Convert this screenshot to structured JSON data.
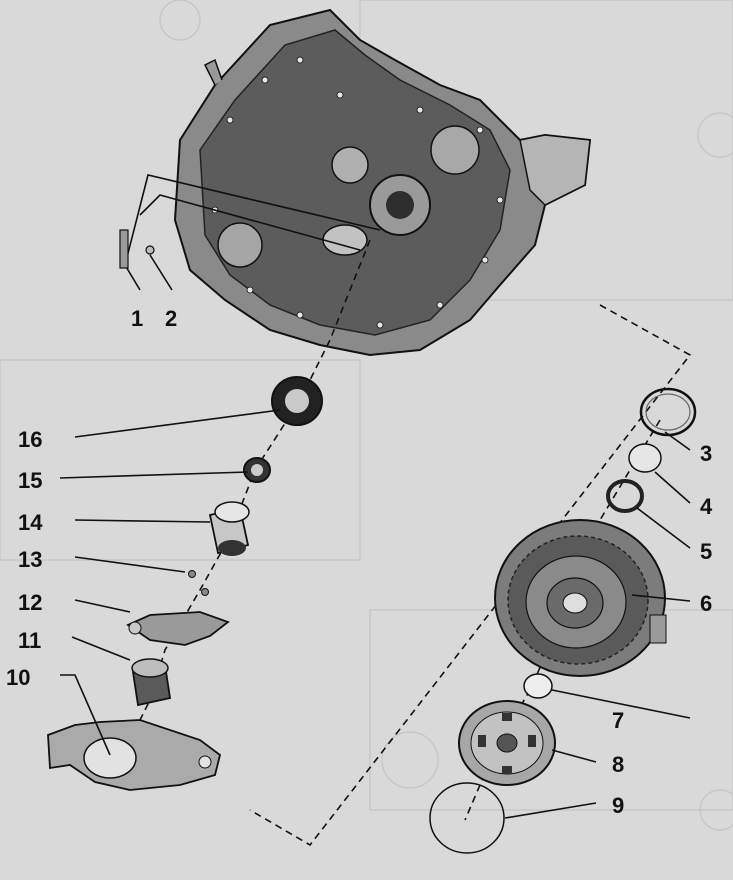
{
  "diagram": {
    "labels": {
      "p1": "1",
      "p2": "2",
      "p3": "3",
      "p4": "4",
      "p5": "5",
      "p6": "6",
      "p7": "7",
      "p8": "8",
      "p9": "9",
      "p10": "10",
      "p11": "11",
      "p12": "12",
      "p13": "13",
      "p14": "14",
      "p15": "15",
      "p16": "16"
    },
    "colors": {
      "background": "#d9d9d9",
      "ink": "#111111",
      "metal_dark": "#3a3a3a",
      "metal_mid": "#7a7a7a",
      "metal_light": "#bdbdbd"
    }
  }
}
